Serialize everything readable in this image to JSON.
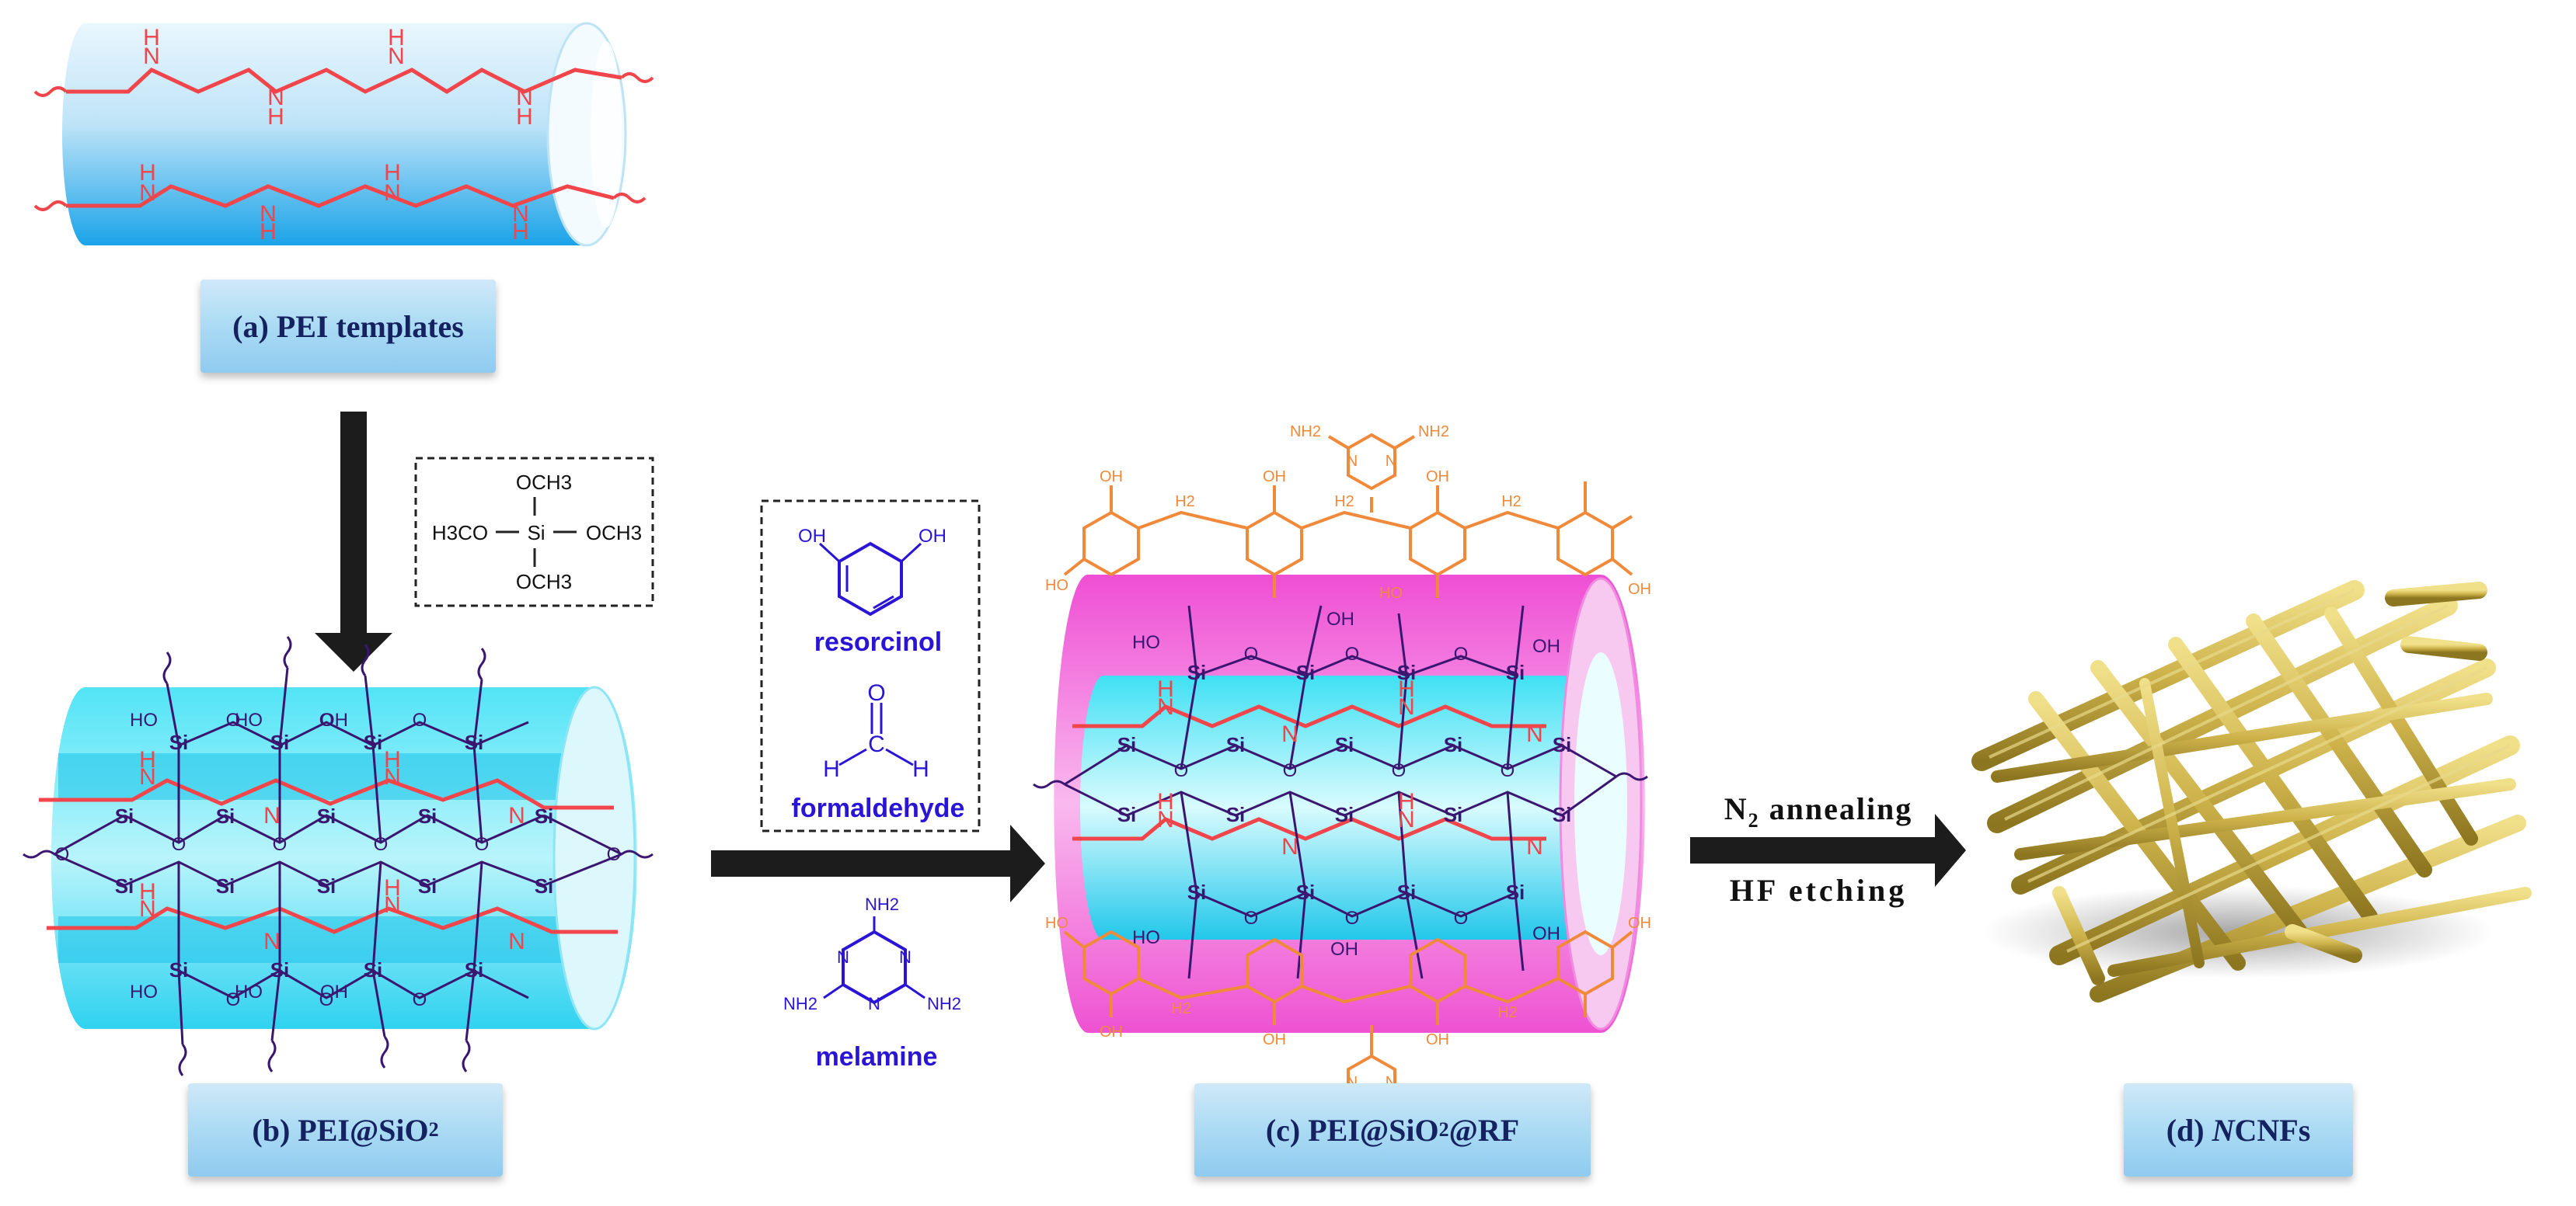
{
  "labels": {
    "a": "(a) PEI templates",
    "b_prefix": "(b) PEI@SiO",
    "b_sub": "2",
    "c_prefix": "(c) PEI@SiO",
    "c_sub": "2",
    "c_suffix": "@RF",
    "d_prefix": "(d) ",
    "d_italic": "N",
    "d_suffix": "CNFs"
  },
  "reagents": {
    "tmos": {
      "top": "OCH3",
      "left": "H3CO",
      "center": "Si",
      "right": "OCH3",
      "bottom": "OCH3"
    },
    "resorcinol": {
      "name": "resorcinol",
      "oh": "OH"
    },
    "formaldehyde": {
      "name": "formaldehyde",
      "o": "O",
      "c": "C",
      "h": "H"
    },
    "melamine": {
      "name": "melamine",
      "nh2": "NH2",
      "n": "N"
    }
  },
  "process": {
    "line1_prefix": "N",
    "line1_sub": "2",
    "line1_suffix": " annealing",
    "line2": "HF etching"
  },
  "atoms": {
    "si": "Si",
    "o": "O",
    "ho": "HO",
    "oh": "OH",
    "n": "N",
    "h": "H",
    "h2": "H2"
  },
  "colors": {
    "pei_red": "#f0454a",
    "silica_purple": "#3a1670",
    "reagent_blue": "#2a14d6",
    "rf_orange": "#f08a3a",
    "tube_cyan": "#38d8f4",
    "tube_pink": "#f36bd8",
    "label_text": "#14225f",
    "fiber_gold": "#c9b04a"
  }
}
